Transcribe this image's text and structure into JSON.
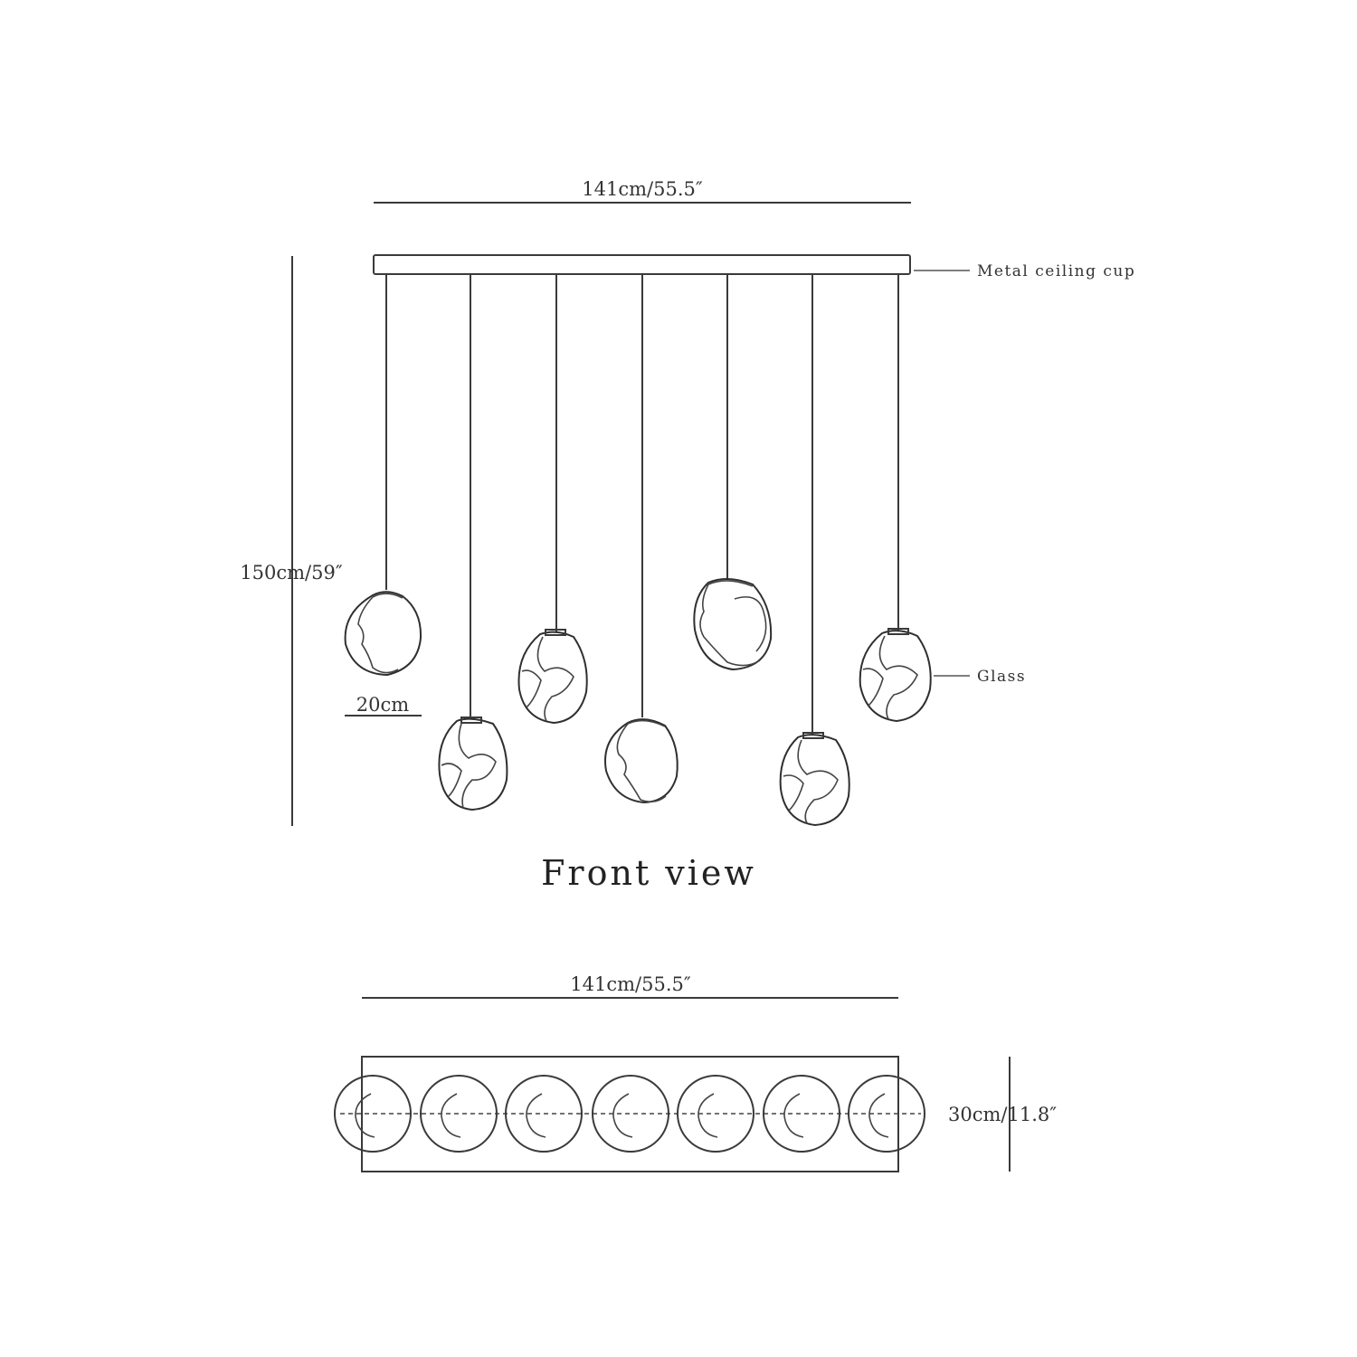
{
  "front_view": {
    "title": "Front view",
    "width_label": "141cm/55.5″",
    "height_label": "150cm/59″",
    "globe_label": "20cm",
    "ceiling_cup_note": "Metal ceiling cup",
    "glass_note": "Glass",
    "pendant_count": 7
  },
  "top_view": {
    "width_label": "141cm/55.5″",
    "depth_label": "30cm/11.8″",
    "globe_count": 7
  },
  "colors": {
    "line": "#3a3a3a",
    "background": "#ffffff"
  }
}
